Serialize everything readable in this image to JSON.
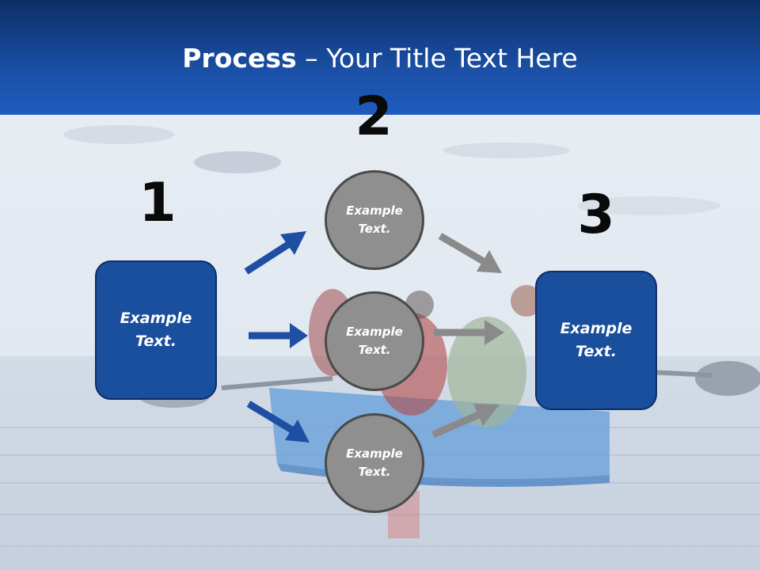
{
  "title": {
    "bold": "Process",
    "rest": " – Your Title Text Here"
  },
  "steps": {
    "one": "1",
    "two": "2",
    "three": "3"
  },
  "left_box": {
    "line1": "Example",
    "line2": "Text."
  },
  "right_box": {
    "line1": "Example",
    "line2": "Text."
  },
  "circles": [
    {
      "line1": "Example",
      "line2": "Text."
    },
    {
      "line1": "Example",
      "line2": "Text."
    },
    {
      "line1": "Example",
      "line2": "Text."
    }
  ],
  "colors": {
    "header": "#1a4fa5",
    "box_fill": "#1a4f9e",
    "circle_fill": "#8f8f8f",
    "blue_arrow": "#1f4fa3",
    "gray_arrow": "#8a8a8a"
  }
}
